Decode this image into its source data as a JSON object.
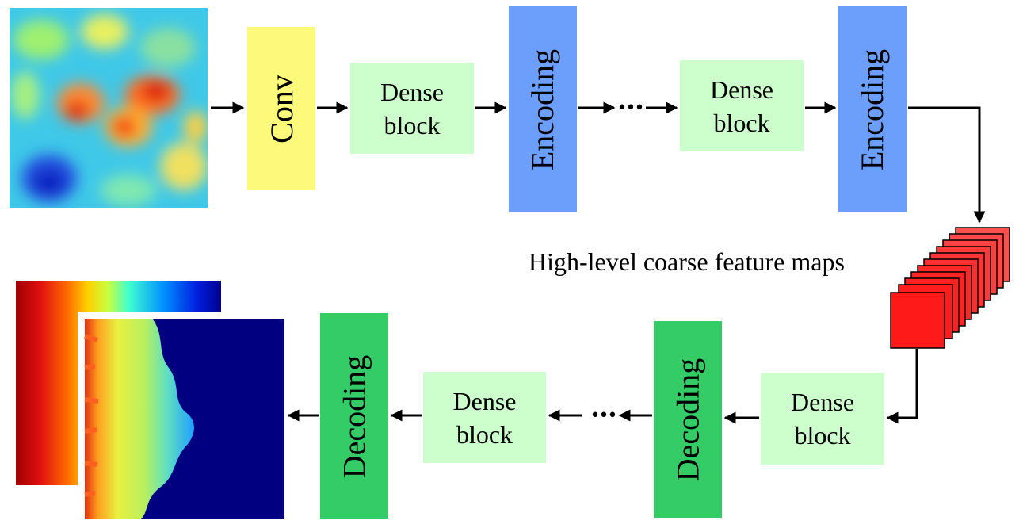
{
  "blocks": {
    "conv": "Conv",
    "dense1": [
      "Dense",
      "block"
    ],
    "enc1": "Encoding",
    "dense2": [
      "Dense",
      "block"
    ],
    "enc2": "Encoding",
    "dense3": [
      "Dense",
      "block"
    ],
    "dec1": "Decoding",
    "dense4": [
      "Dense",
      "block"
    ],
    "dec2": "Decoding"
  },
  "ellipsis": "•••",
  "caption": "High-level coarse feature maps",
  "colors": {
    "conv": "#fdf97a",
    "dense": "#ccffcc",
    "encoding": "#6b9ffb",
    "decoding": "#33cc66",
    "feature_maps": "#ff1a1a"
  }
}
